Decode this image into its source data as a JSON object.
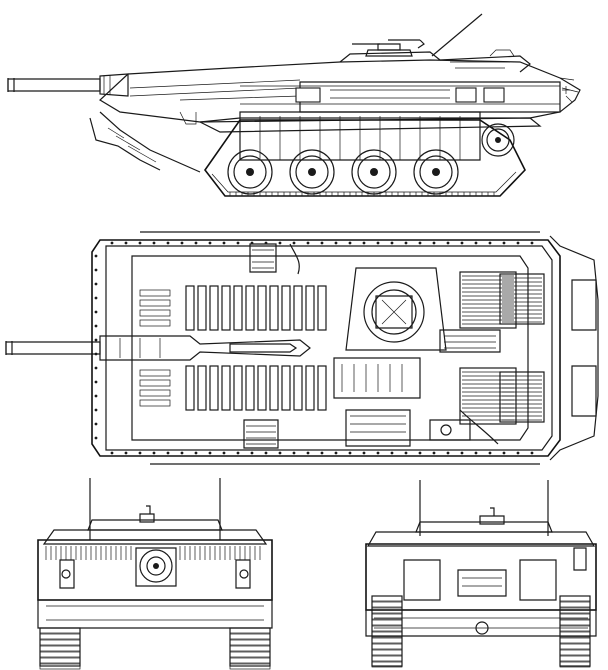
{
  "drawing": {
    "stroke_color": "#1a1a1a",
    "background_color": "#ffffff",
    "views": [
      {
        "id": "side",
        "description_visible": false
      },
      {
        "id": "top",
        "description_visible": false
      },
      {
        "id": "front",
        "description_visible": false
      },
      {
        "id": "rear",
        "description_visible": false
      }
    ]
  }
}
